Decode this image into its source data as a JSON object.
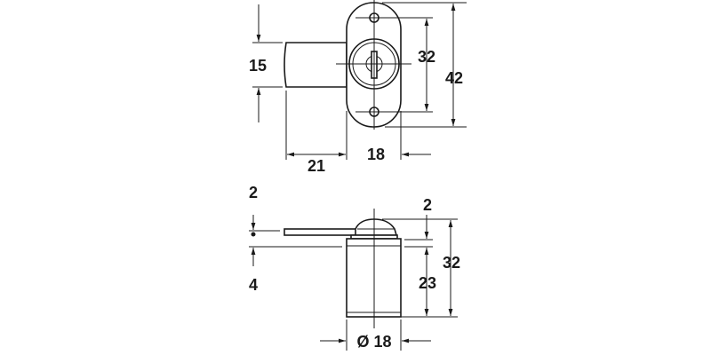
{
  "top_view": {
    "dim_bolt_height": "15",
    "dim_screw_spacing": "32",
    "dim_plate_height": "42",
    "dim_bolt_projection": "21",
    "dim_plate_width": "18"
  },
  "side_view": {
    "dim_plate_thickness": "2",
    "dim_offset": "4",
    "dim_head_height": "2",
    "dim_body_length": "23",
    "dim_total_length": "32",
    "dim_diameter": "Ø 18"
  },
  "colors": {
    "line": "#1a1a1a",
    "background": "#ffffff"
  }
}
